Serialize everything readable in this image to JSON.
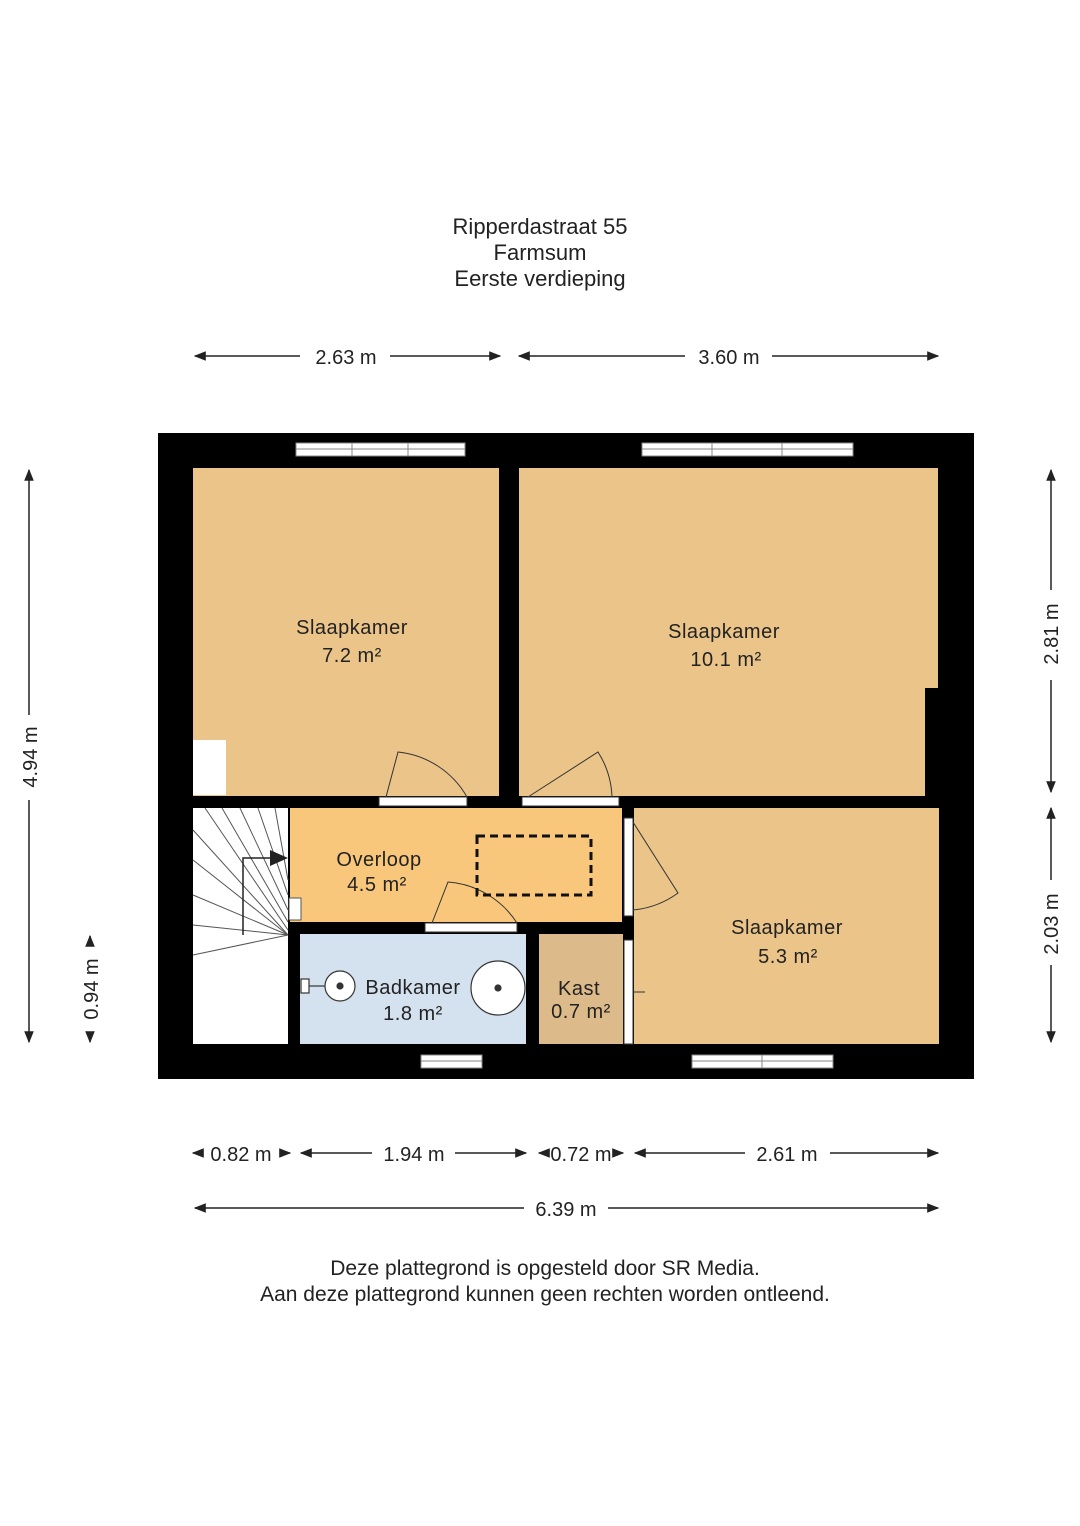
{
  "header": {
    "line1": "Ripperdastraat 55",
    "line2": "Farmsum",
    "line3": "Eerste verdieping"
  },
  "rooms": {
    "bedroom_left": {
      "name": "Slaapkamer",
      "area": "7.2 m²"
    },
    "bedroom_right_top": {
      "name": "Slaapkamer",
      "area": "10.1 m²"
    },
    "bedroom_right_bottom": {
      "name": "Slaapkamer",
      "area": "5.3 m²"
    },
    "landing": {
      "name": "Overloop",
      "area": "4.5 m²"
    },
    "bathroom": {
      "name": "Badkamer",
      "area": "1.8 m²"
    },
    "closet": {
      "name": "Kast",
      "area": "0.7 m²"
    }
  },
  "dimensions": {
    "top_left": "2.63 m",
    "top_right": "3.60 m",
    "left_total": "4.94 m",
    "left_small": "0.94 m",
    "right_top": "2.81 m",
    "right_bottom": "2.03 m",
    "bottom_1": "0.82 m",
    "bottom_2": "1.94 m",
    "bottom_3": "0.72 m",
    "bottom_4": "2.61 m",
    "bottom_total": "6.39 m"
  },
  "colors": {
    "wall": "#000000",
    "bedroom": "#ebc489",
    "landing": "#f8c77c",
    "bathroom": "#d4e1ee",
    "closet": "#ddba8a",
    "stairs": "#ffffff"
  },
  "footer": {
    "line1": "Deze plattegrond is opgesteld door SR Media.",
    "line2": "Aan deze plattegrond kunnen geen rechten worden ontleend."
  }
}
